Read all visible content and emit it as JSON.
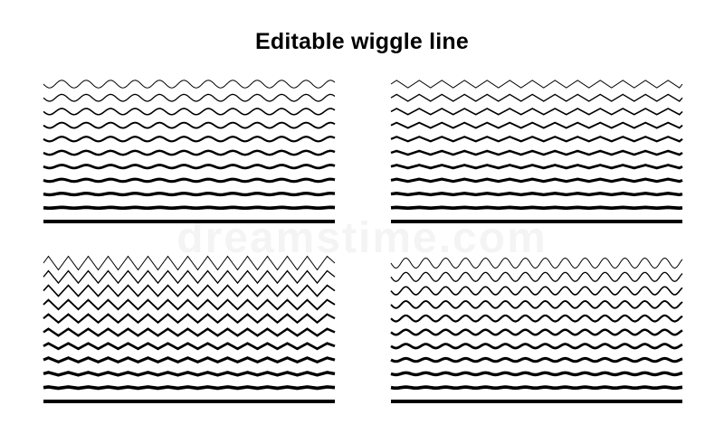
{
  "title": "Editable wiggle line",
  "watermark": "dreamstime.com",
  "colors": {
    "line": "#000000",
    "background": "#ffffff"
  },
  "panels": [
    {
      "name": "smooth-wave-gradient-panel",
      "style": "soft-wave"
    },
    {
      "name": "zigzag-thin-gradient-panel",
      "style": "shallow-zigzag"
    },
    {
      "name": "sharp-zigzag-gradient-panel",
      "style": "sharp-zigzag"
    },
    {
      "name": "round-wave-gradient-panel",
      "style": "round-wave"
    }
  ]
}
